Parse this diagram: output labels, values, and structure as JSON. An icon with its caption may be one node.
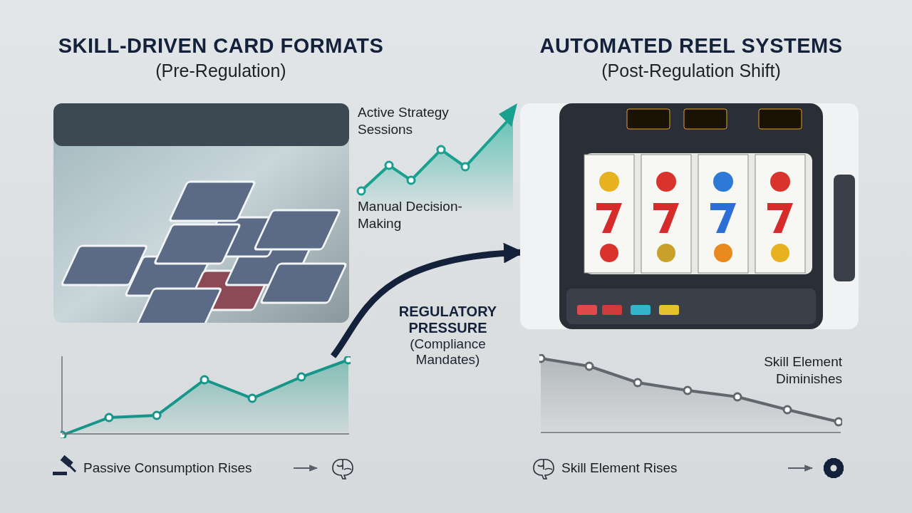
{
  "diagram": {
    "nodes": [
      {
        "text": [],
        "shape": "picture"
      },
      {
        "text": [],
        "shape": "picture"
      },
      {
        "text": [],
        "shape": "picture"
      },
      {
        "text": [],
        "shape": "picture"
      }
    ],
    "edges": [
      {
        "from": 2,
        "to": 1,
        "arrow": "to",
        "label": "**REGULATORY PRESSURE** (Compliance Mandates)"
      }
    ],
    "labels": [
      "SKILL-DRIVEN CARD FORMATS",
      "(Pre-Regulation)",
      "AUTOMATED REEL SYSTEMS",
      "(Post-Regulation Shift)",
      "Active Strategy Sessions",
      "Manual Decision-Making",
      "Skill Element Diminishes",
      "Passive Consumption Rises",
      "Skill Element Rises"
    ]
  }
}
